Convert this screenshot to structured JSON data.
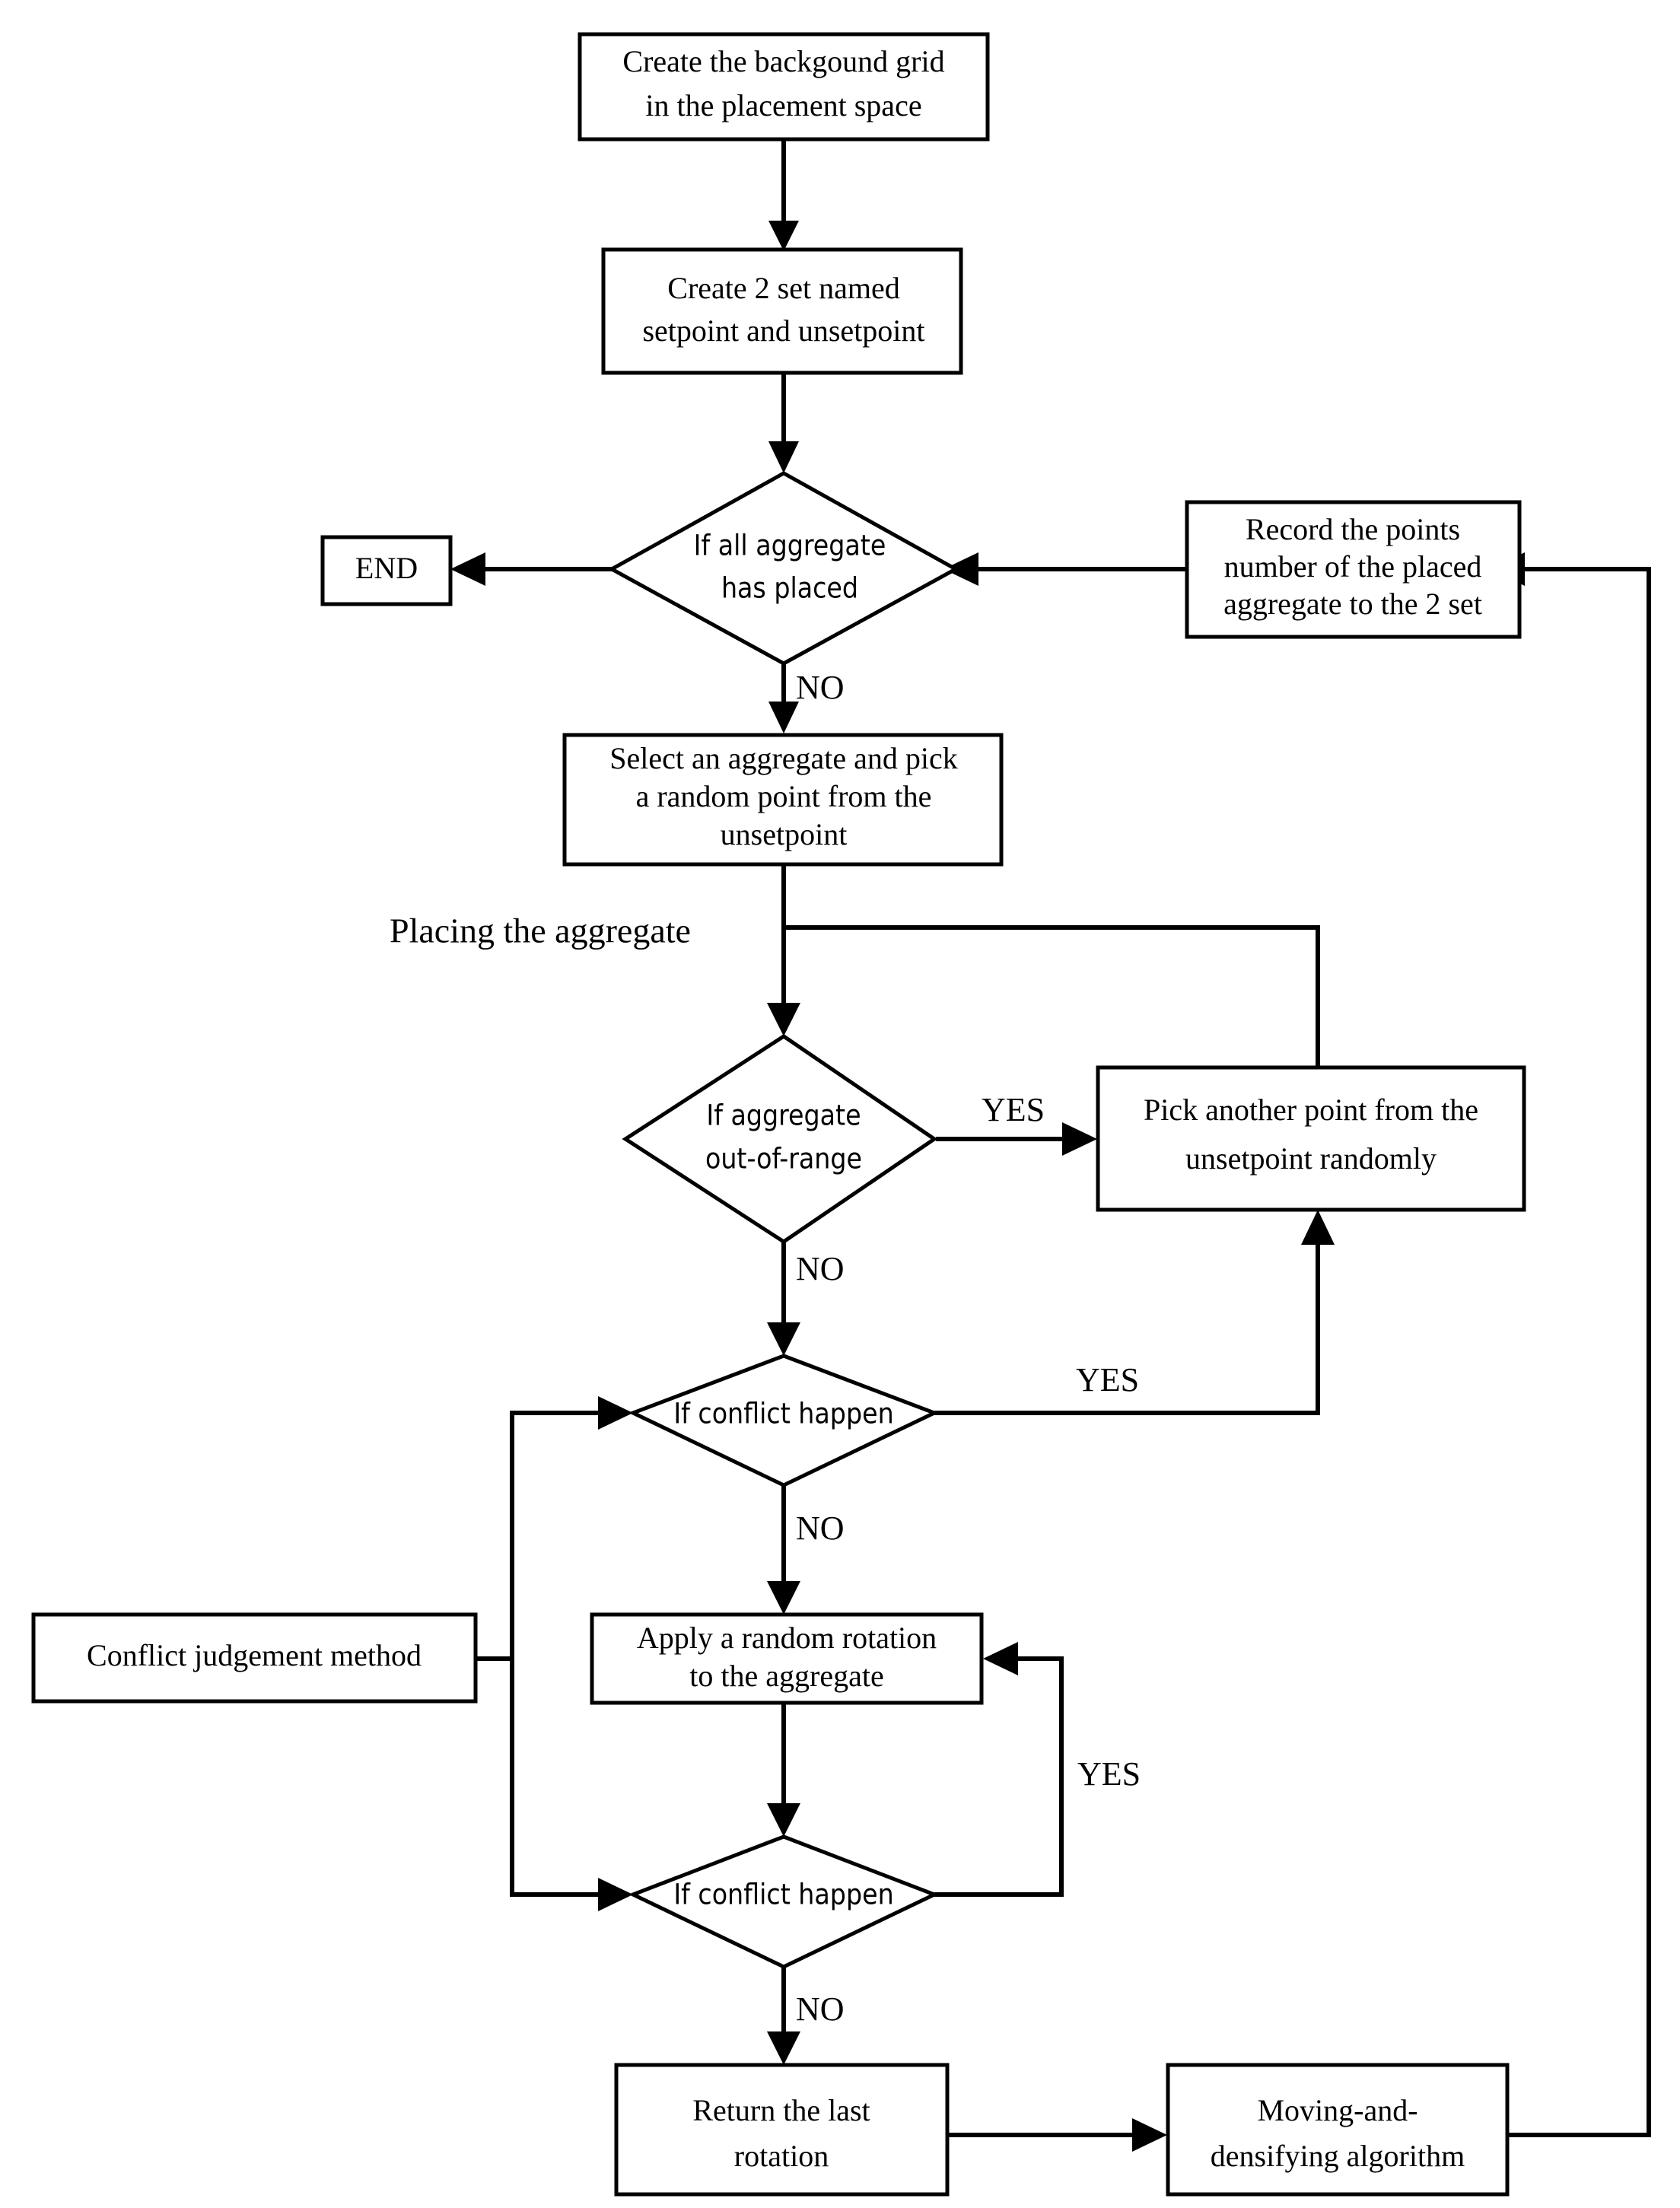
{
  "diagram": {
    "type": "flowchart",
    "title": "Aggregate placement algorithm flowchart",
    "colors": {
      "stroke": "#000000",
      "fill": "#ffffff",
      "background": "#ffffff"
    },
    "nodes": [
      {
        "id": "create-grid",
        "shape": "process",
        "lines": [
          "Create the backgound grid",
          "in the placement space"
        ]
      },
      {
        "id": "create-sets",
        "shape": "process",
        "lines": [
          "Create 2 set named",
          "setpoint and unsetpoint"
        ]
      },
      {
        "id": "all-placed",
        "shape": "decision",
        "lines": [
          "If all aggregate",
          "has placed"
        ]
      },
      {
        "id": "end",
        "shape": "terminator",
        "lines": [
          "END"
        ]
      },
      {
        "id": "record-points",
        "shape": "process",
        "lines": [
          "Record the points",
          "number of the placed",
          "aggregate to the 2 set"
        ]
      },
      {
        "id": "select-aggregate",
        "shape": "process",
        "lines": [
          "Select an aggregate and pick",
          "a random point from the",
          "unsetpoint"
        ]
      },
      {
        "id": "out-of-range",
        "shape": "decision",
        "lines": [
          "If aggregate",
          "out-of-range"
        ]
      },
      {
        "id": "pick-another-point",
        "shape": "process",
        "lines": [
          "Pick another point from the",
          "unsetpoint randomly"
        ]
      },
      {
        "id": "conflict-1",
        "shape": "decision",
        "lines": [
          "If conflict happen"
        ]
      },
      {
        "id": "conflict-judgement",
        "shape": "process",
        "lines": [
          "Conflict judgement method"
        ]
      },
      {
        "id": "apply-rotation",
        "shape": "process",
        "lines": [
          "Apply a random rotation",
          "to the aggregate"
        ]
      },
      {
        "id": "conflict-2",
        "shape": "decision",
        "lines": [
          "If conflict happen"
        ]
      },
      {
        "id": "return-rotation",
        "shape": "process",
        "lines": [
          "Return the last",
          "rotation"
        ]
      },
      {
        "id": "moving-densifying",
        "shape": "process",
        "lines": [
          "Moving-and-",
          "densifying algorithm"
        ]
      }
    ],
    "edge_labels": [
      {
        "id": "no-all-placed",
        "text": "NO"
      },
      {
        "id": "yes-out-of-range",
        "text": "YES"
      },
      {
        "id": "no-out-of-range",
        "text": "NO"
      },
      {
        "id": "yes-conflict-1",
        "text": "YES"
      },
      {
        "id": "no-conflict-1",
        "text": "NO"
      },
      {
        "id": "yes-conflict-2",
        "text": "YES"
      },
      {
        "id": "no-conflict-2",
        "text": "NO"
      }
    ],
    "section_labels": [
      {
        "id": "placing-the-aggregate",
        "text": "Placing the aggregate"
      }
    ]
  }
}
